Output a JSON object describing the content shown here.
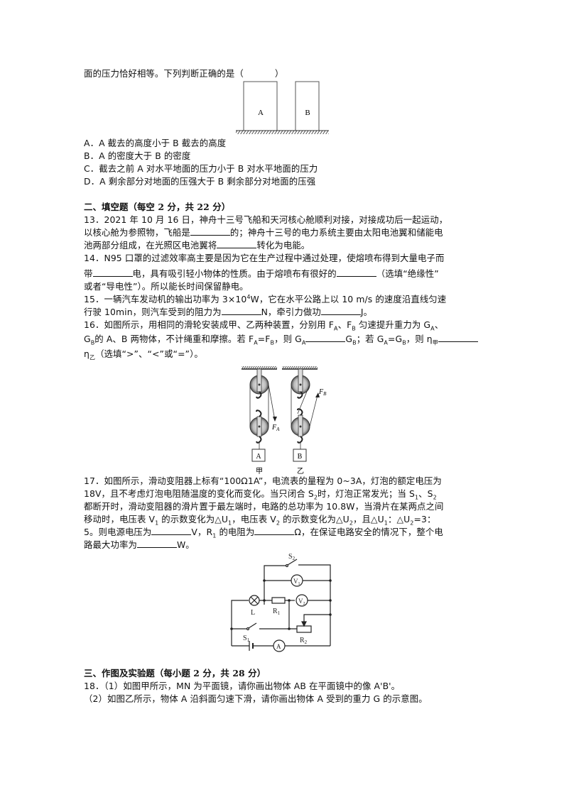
{
  "q12_tail": {
    "text": "面的压力恰好相等。下列判断正确的是（",
    "paren_close": "）",
    "figure": {
      "label_a": "A",
      "label_b": "B"
    },
    "options": [
      "A．A 截去的高度小于 B 截去的高度",
      "B．A 的密度大于 B 的密度",
      "C．截去之前 A 对水平地面的压力小于 B 对水平地面的压力",
      "D．A 剩余部分对地面的压强大于 B 剩余部分对地面的压强"
    ]
  },
  "section2": {
    "heading": "二、填空题（每空 2 分，共 22 分）",
    "q13": {
      "l1": "13．2021 年 10 月 16 日，神舟十三号飞船和天河核心舱顺利对接，对接成功后一起运动，",
      "l2a": "以核心舱为参照物，飞船是",
      "l2b": "的；神舟十三号的电力系统主要由太阳电池翼和储能电",
      "l3a": "池两部分组成，在光照区电池翼将",
      "l3b": "转化为电能。"
    },
    "q14": {
      "l1": "14．N95 口罩的过滤效率高主要是因为它在生产过程中通过处理，使熔喷布得到大量电子而",
      "l2a": "带",
      "l2b": "电，具有吸引轻小物体的性质。由于熔喷布有很好的",
      "l2c": "（选填“绝缘性”",
      "l3": "或者“导电性”）。所以能长时间保留静电。"
    },
    "q15": {
      "l1a": "15．一辆汽车发动机的输出功率为 3×10",
      "l1sup": "4",
      "l1b": "W，它在水平公路上以 10 m/s 的速度沿直线匀速",
      "l2a": "行驶 10min，则汽车受到的阻力为",
      "l2b": "N，牵引力做功",
      "l2c": "J。"
    },
    "q16": {
      "l1": "16．如图所示，用相同的滑轮安装成甲、乙两种装置，分别用 F",
      "l1_sub_a": "A",
      "l1_mid": "、F",
      "l1_sub_b": "B",
      "l1_end": " 匀速提升重力为 G",
      "l1_sub_ga": "A",
      "l1_tail": "、",
      "l2_g": "G",
      "l2_sub_b": "B",
      "l2a": "的 A、B 两物体，不计绳重和摩擦。若 F",
      "l2_sub_fa": "A",
      "l2_eq": "=F",
      "l2_sub_fb": "B",
      "l2b": "，则 G",
      "l2_sub_ga": "A",
      "l2c": "G",
      "l2_sub_gb": "B",
      "l2d": "；若 G",
      "l2_sub_ga2": "A",
      "l2_eq2": "=G",
      "l2_sub_gb2": "B",
      "l2e": "，则 η",
      "l2_sub_jia": "甲",
      "l3_eta": "η",
      "l3_sub": "乙",
      "l3": "（选填“>”、“<”或“=”）。",
      "figure": {
        "force_a": "F",
        "force_a_sub": "A",
        "force_b": "F",
        "force_b_sub": "B",
        "box_a": "A",
        "box_b": "B",
        "caption_a": "甲",
        "caption_b": "乙"
      }
    },
    "q17": {
      "l1": "17．如图所示，滑动变阻器上标有“100Ω1A”，电流表的量程为 0~3A，灯泡的额定电压为",
      "l2a": "18V，且不考虑灯泡电阻随温度的变化而变化。当只闭合 S",
      "l2_sub1": "2",
      "l2b": "时，灯泡正常发光；当 S",
      "l2_sub2": "1",
      "l2c": "、S",
      "l2_sub3": "2",
      "l3": "都断开时，滑动变阻器的滑片置于最左端时，电路的总功率为 10.8W，当滑片在某两点之间",
      "l4a": "移动时，电压表 V",
      "l4_sub1": "1",
      "l4b": " 的示数变化为△U",
      "l4_sub2": "1",
      "l4c": "，电压表 V",
      "l4_sub3": "2",
      "l4d": " 的示数变化为△U",
      "l4_sub4": "2",
      "l4e": "，且△U",
      "l4_sub5": "1",
      "l4f": "：△U",
      "l4_sub6": "2",
      "l4g": "=3：",
      "l5a": "5。则电源电压为",
      "l5b": "V，R",
      "l5_sub": "1",
      "l5c": " 的电阻为",
      "l5d": "Ω，在保证电路安全的情况下，整个电",
      "l6a": "路最大功率为",
      "l6b": "W。",
      "figure": {
        "s2": "S",
        "s2_sub": "2",
        "v1": "V",
        "v1_sub": "1",
        "v2": "V",
        "v2_sub": "2",
        "lamp": "L",
        "r1": "R",
        "r1_sub": "1",
        "r2": "R",
        "r2_sub": "2",
        "s1": "S",
        "s1_sub": "1",
        "ammeter": "A"
      }
    }
  },
  "section3": {
    "heading": "三、作图及实验题（每小题 2 分，共 28 分）",
    "q18": {
      "l1": "18．（1）如图甲所示，MN 为平面镜，请你画出物体 AB 在平面镜中的像 A'B'。",
      "l2": "（2）如图乙所示，物体 A 沿斜面匀速下滑，请你画出物体 A 受到的重力 G 的示意图。"
    }
  }
}
